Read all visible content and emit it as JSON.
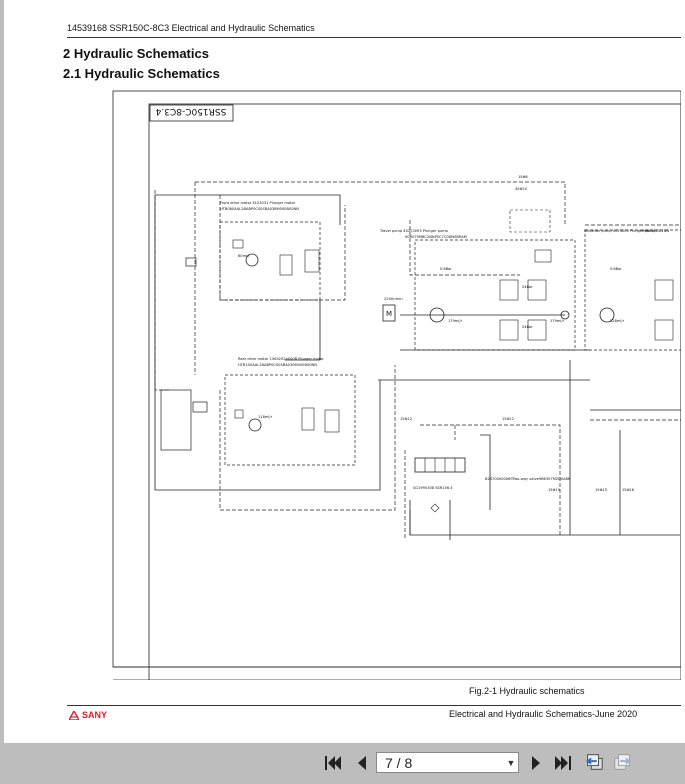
{
  "document": {
    "header_text": "14539168 SSR150C-8C3 Electrical and Hydraulic Schematics",
    "section_title": "2 Hydraulic Schematics",
    "subsection_title": "2.1 Hydraulic Schematics",
    "figure_caption": "Fig.2-1 Hydraulic schematics",
    "footer_brand": "SANY",
    "footer_text": "Electrical and Hydraulic Schematics-June 2020"
  },
  "schematic": {
    "title_block": "SSR150C-8C3.4",
    "labels": {
      "front_motor": "Front drive motor 4103031 Plunger motor",
      "front_motor_code": "HTB060AAL2BABP0CS0SBA038M000B00NN",
      "rear_motor": "Rear drive motor 15632024000B Plunger motor",
      "rear_motor_code": "HTB100AAL2BABP0CS0SBA030M000B00NN",
      "travel_pump": "Travel pump 40223093 Plunger pump",
      "travel_pump_code": "90R075MBC2NNPSC7C0DNSBRAM",
      "vibration_pump": "Vibration pump 4023000 Plunger pump",
      "vibration_pump_code": "90R055DD1NN",
      "valve_block": "SG1990308 SSR156.4",
      "two_way_valve": "B23700000069Two-way valve9B6357M2D0A8K",
      "engine_speed": "2200r/min",
      "pump_speed_1": "179ml/r",
      "pump_speed_2": "179ml/r",
      "pump_speed_3": "128ml/r",
      "motor_disp_front": "60ml/r",
      "motor_disp_rear": "118ml/r",
      "pressure_1": "24Bar",
      "pressure_2": "24Bar",
      "pressure_3": "0.6Bar",
      "pressure_4": "0.6Bar",
      "engine_box": "M",
      "hose_1": "15Φ8",
      "hose_2": "45Φ20",
      "hose_3": "15Φ12",
      "hose_4": "15Φ12",
      "hose_5": "15Φ15",
      "hose_6": "15Φ15",
      "hose_7": "15Φ16"
    }
  },
  "toolbar": {
    "page_indicator": "7 / 8",
    "first_page_icon": "first-page-icon",
    "prev_page_icon": "prev-page-icon",
    "next_page_icon": "next-page-icon",
    "last_page_icon": "last-page-icon",
    "dropdown_icon": "chevron-down-icon",
    "back_icon": "back-view-icon",
    "forward_icon": "forward-view-icon"
  }
}
